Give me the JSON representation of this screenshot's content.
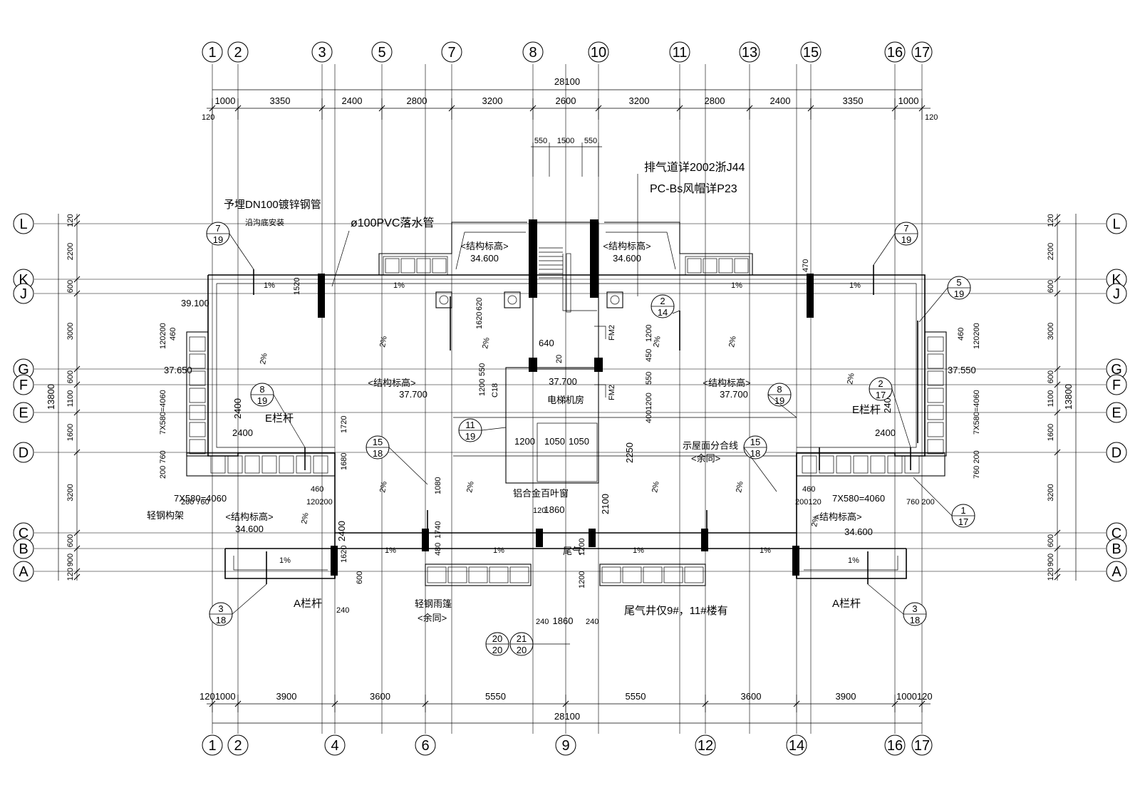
{
  "axes": {
    "top": [
      "1",
      "2",
      "3",
      "5",
      "7",
      "8",
      "10",
      "11",
      "13",
      "15",
      "16",
      "17"
    ],
    "bottom": [
      "1",
      "2",
      "4",
      "6",
      "9",
      "12",
      "14",
      "16",
      "17"
    ],
    "rows": [
      "L",
      "K",
      "J",
      "G",
      "F",
      "E",
      "D",
      "C",
      "B",
      "A"
    ]
  },
  "dims": {
    "top_total": "28100",
    "top": [
      "1000",
      "3350",
      "2400",
      "2800",
      "3200",
      "2600",
      "3200",
      "2800",
      "2400",
      "3350",
      "1000"
    ],
    "top_edge": "120",
    "stair": [
      "550",
      "1500",
      "550"
    ],
    "bottom_total": "28100",
    "bottom": [
      "3900",
      "3600",
      "5550",
      "5550",
      "3600",
      "3900"
    ],
    "bottom_edge_left": "1201000",
    "bottom_edge_right": "1000120",
    "left_total": "13800",
    "left": [
      "120",
      "2200",
      "600",
      "3000",
      "600",
      "1100",
      "1600",
      "3200",
      "600",
      "900",
      "120"
    ],
    "right_total": "13800"
  },
  "labels": {
    "exhaust_line1": "排气道详2002浙J44",
    "exhaust_line2": "PC-Bs风帽详P23",
    "pipe_line1": "予埋DN100镀锌钢管",
    "pipe_line2": "沿沟底安装",
    "pvc": "ø100PVC落水管",
    "struct_elev": "<结构标高>",
    "elev_34600": "34.600",
    "elev_37700": "37.700",
    "elev_39100": "39.100",
    "elev_37650": "37.650",
    "elev_37550": "37.550",
    "machine_room": "电梯机房",
    "roof_divide": "示屋面分合线",
    "same": "<余同>",
    "louver": "铝合金百叶窗",
    "canopy": "轻钢雨篷",
    "frame": "轻钢构架",
    "a_rail": "A栏杆",
    "e_rail": "E栏杆",
    "flue": "尾气井仅9#，11#楼有",
    "flue_short": "尾气",
    "slope_1": "1%",
    "slope_2": "2%",
    "c18": "C18",
    "fm2": "FM2",
    "dim_7x580": "7X580=4060",
    "d2400": "2400",
    "d2250": "2250",
    "d2100": "2100",
    "d1860": "1860",
    "d1200": "1200",
    "d1050": "1050",
    "d640": "640",
    "d460": "460",
    "d120": "120",
    "d200": "200",
    "d760": "760",
    "d470": "470",
    "d1520": "1520",
    "d1620": "1620",
    "d620": "620",
    "d1720": "1720",
    "d1680": "1680",
    "d1080": "1080",
    "d1740": "1740",
    "d480": "480",
    "d600": "600",
    "d240": "240",
    "d550": "550",
    "d450": "450",
    "d4001200": "4001200",
    "d120200": "120200",
    "d200120": "200120",
    "d20": "20"
  },
  "callouts": [
    {
      "top": "7",
      "bottom": "19"
    },
    {
      "top": "2",
      "bottom": "14"
    },
    {
      "top": "7",
      "bottom": "19"
    },
    {
      "top": "5",
      "bottom": "19"
    },
    {
      "top": "8",
      "bottom": "19"
    },
    {
      "top": "11",
      "bottom": "19"
    },
    {
      "top": "8",
      "bottom": "19"
    },
    {
      "top": "2",
      "bottom": "17"
    },
    {
      "top": "15",
      "bottom": "18"
    },
    {
      "top": "15",
      "bottom": "18"
    },
    {
      "top": "1",
      "bottom": "17"
    },
    {
      "top": "3",
      "bottom": "18"
    },
    {
      "top": "20",
      "bottom": "20"
    },
    {
      "top": "21",
      "bottom": "20"
    },
    {
      "top": "3",
      "bottom": "18"
    }
  ]
}
